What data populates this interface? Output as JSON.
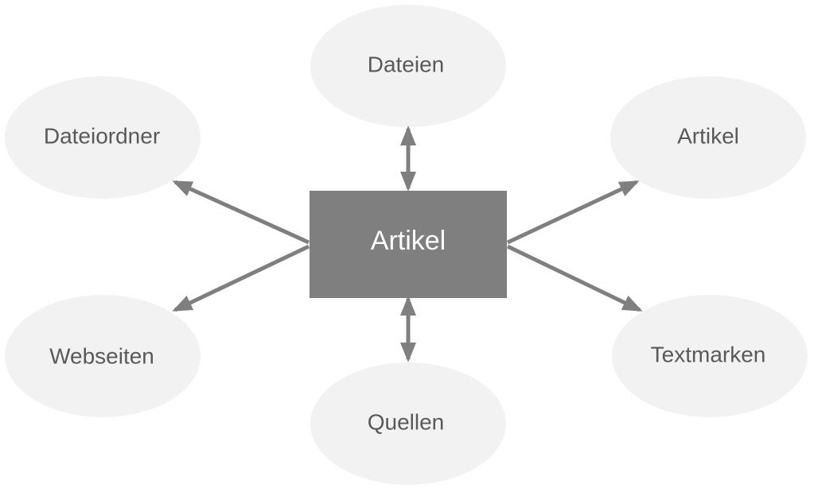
{
  "center": {
    "label": "Artikel",
    "color": "#7f7f7f",
    "text_color": "#ffffff"
  },
  "nodes": {
    "top": {
      "label": "Dateien"
    },
    "top_left": {
      "label": "Dateiordner"
    },
    "top_right": {
      "label": "Artikel"
    },
    "bottom_left": {
      "label": "Webseiten"
    },
    "bottom_right": {
      "label": "Textmarken"
    },
    "bottom": {
      "label": "Quellen"
    }
  },
  "colors": {
    "node_fill": "#f2f2f2",
    "node_text": "#595959",
    "connector": "#7f7f7f"
  },
  "connectors": [
    {
      "from": "center",
      "to": "top",
      "direction": "both"
    },
    {
      "from": "center",
      "to": "bottom",
      "direction": "both"
    },
    {
      "from": "center",
      "to": "top_left",
      "direction": "to"
    },
    {
      "from": "center",
      "to": "bottom_left",
      "direction": "to"
    },
    {
      "from": "center",
      "to": "top_right",
      "direction": "to"
    },
    {
      "from": "center",
      "to": "bottom_right",
      "direction": "to"
    }
  ]
}
